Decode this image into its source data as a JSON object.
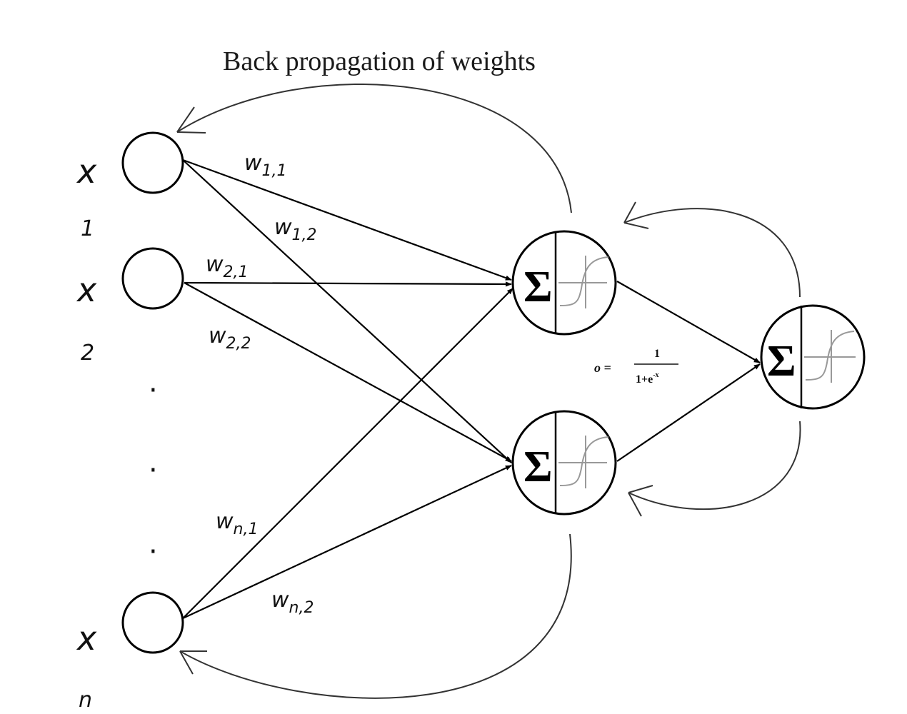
{
  "title": "Back propagation of weights",
  "inputs": [
    {
      "symbol": "x",
      "index": "1"
    },
    {
      "symbol": "x",
      "index": "2"
    },
    {
      "symbol": "x",
      "index": "n"
    }
  ],
  "ellipsis": [
    "·",
    "·",
    "·"
  ],
  "weights": [
    {
      "symbol": "w",
      "index": "1,1"
    },
    {
      "symbol": "w",
      "index": "1,2"
    },
    {
      "symbol": "w",
      "index": "2,1"
    },
    {
      "symbol": "w",
      "index": "2,2"
    },
    {
      "symbol": "w",
      "index": "n,1"
    },
    {
      "symbol": "w",
      "index": "n,2"
    }
  ],
  "sum_symbol": "Σ",
  "formula": {
    "lhs": "o =",
    "numerator": "1",
    "denominator": "1+e",
    "exponent": "-x"
  }
}
